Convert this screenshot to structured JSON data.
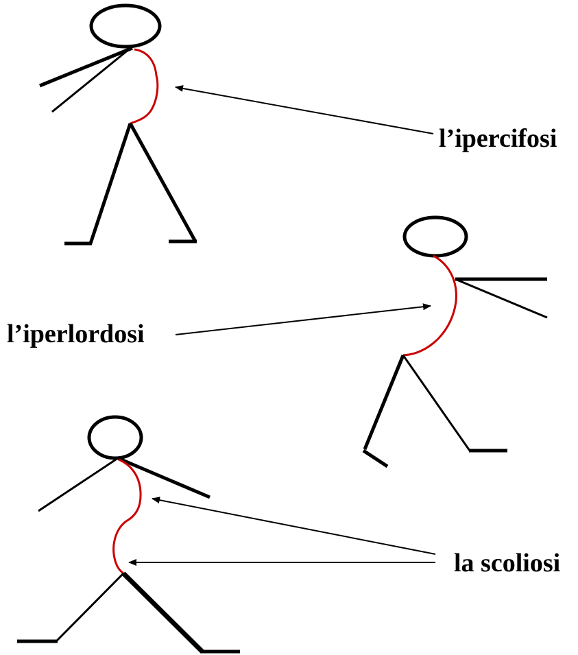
{
  "labels": {
    "ipercifosi": "l’ipercifosi",
    "iperlordosi": "l’iperlordosi",
    "scoliosi": "la scoliosi"
  },
  "colors": {
    "figure": "#000000",
    "spine": "#cc0000",
    "background": "#ffffff"
  }
}
